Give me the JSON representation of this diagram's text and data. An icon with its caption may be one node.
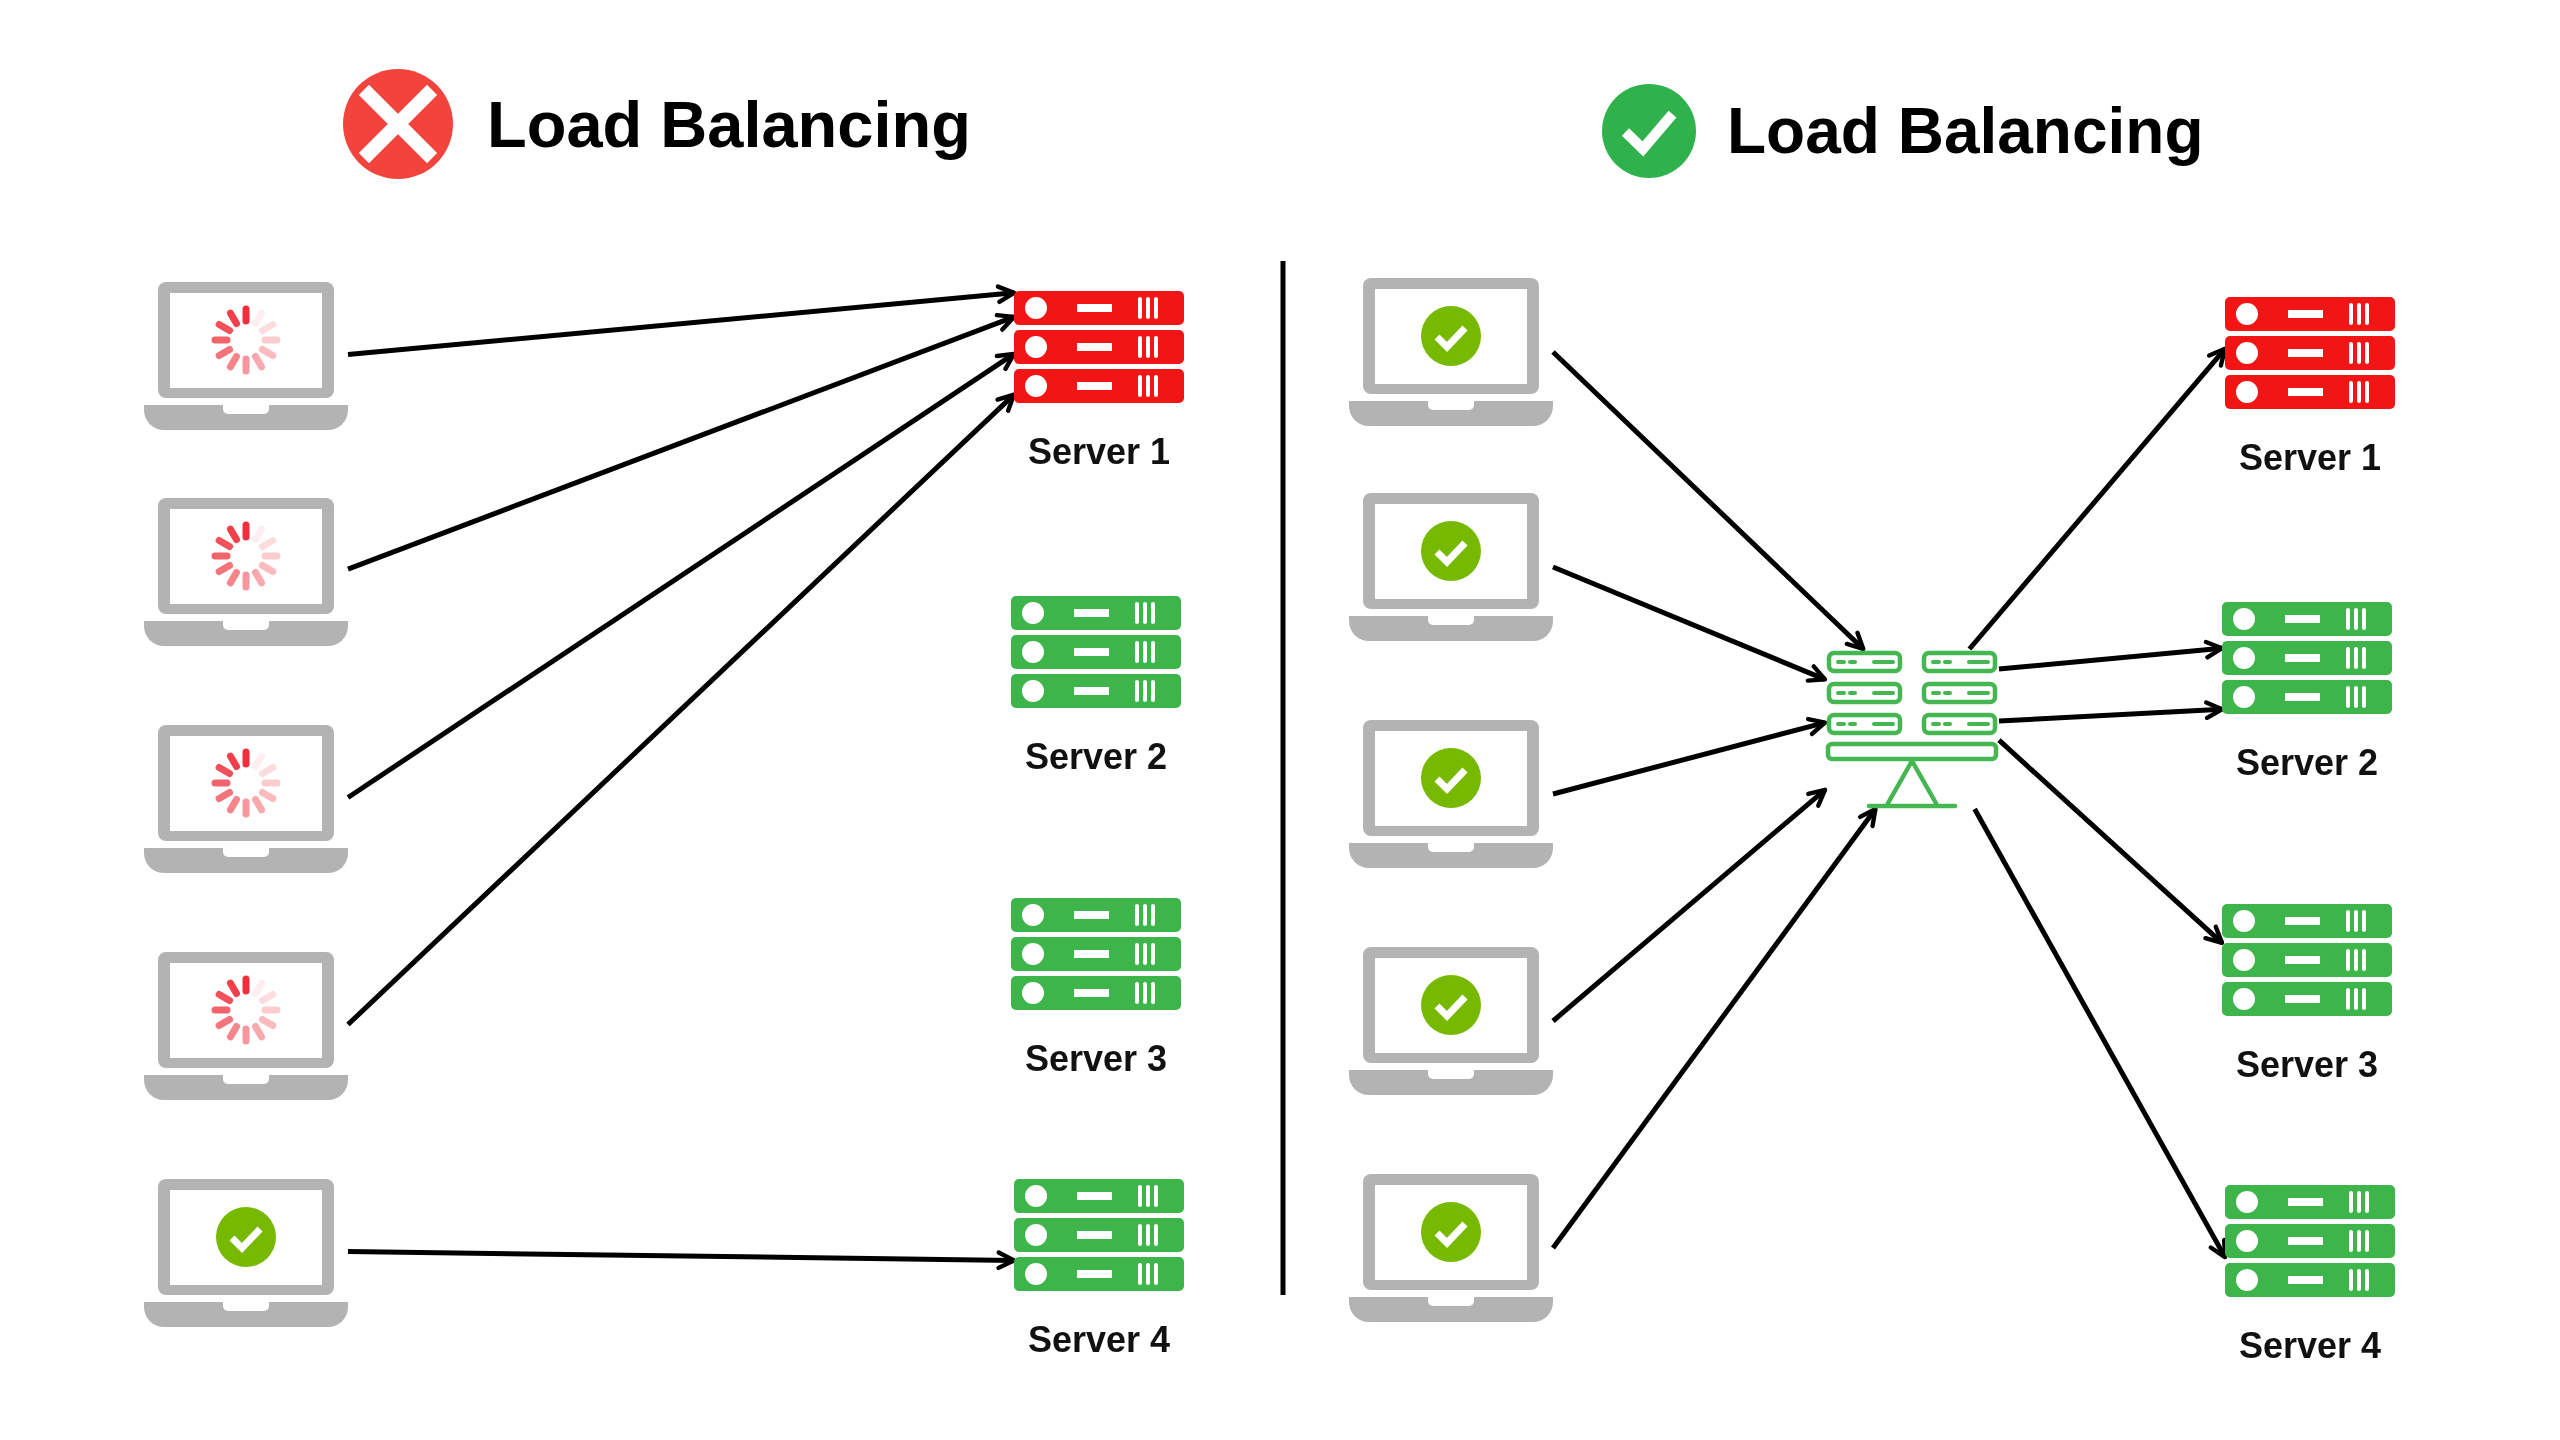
{
  "diagram": {
    "nodes": [
      {
        "text": [],
        "shape": "laptop"
      },
      {
        "text": [],
        "shape": "laptop"
      },
      {
        "text": [],
        "shape": "laptop"
      },
      {
        "text": [],
        "shape": "laptop"
      },
      {
        "text": [],
        "shape": "laptop"
      },
      {
        "text": [
          "Server 1"
        ]
      },
      {
        "text": [
          "Server 2"
        ]
      },
      {
        "text": [
          "Server 3"
        ]
      },
      {
        "text": [
          "Server 4"
        ]
      },
      {
        "text": [],
        "shape": "laptop"
      },
      {
        "text": [],
        "shape": "laptop"
      },
      {
        "text": [],
        "shape": "laptop"
      },
      {
        "text": [],
        "shape": "laptop"
      },
      {
        "text": [],
        "shape": "laptop"
      },
      {
        "text": [],
        "shape": "picture"
      },
      {
        "text": [
          "Server 1"
        ]
      },
      {
        "text": [
          "Server 2"
        ]
      },
      {
        "text": [
          "Server 3"
        ]
      },
      {
        "text": [
          "Server 4"
        ]
      }
    ],
    "edges": [
      {
        "from": 0,
        "to": 5,
        "arrow": "to"
      },
      {
        "from": 1,
        "to": 5,
        "arrow": "to"
      },
      {
        "from": 2,
        "to": 5,
        "arrow": "to"
      },
      {
        "from": 3,
        "to": 5,
        "arrow": "to"
      },
      {
        "from": 4,
        "to": 8,
        "arrow": "to"
      },
      {
        "from": 9,
        "to": 14,
        "arrow": "to"
      },
      {
        "from": 10,
        "to": 14,
        "arrow": "to"
      },
      {
        "from": 11,
        "to": 14,
        "arrow": "to"
      },
      {
        "from": 12,
        "to": 14,
        "arrow": "to"
      },
      {
        "from": 13,
        "to": 14,
        "arrow": "to"
      },
      {
        "from": 14,
        "to": 15,
        "arrow": "to"
      },
      {
        "from": 14,
        "to": 16,
        "arrow": "to"
      },
      {
        "from": 14,
        "to": 16,
        "arrow": "to"
      },
      {
        "from": 14,
        "to": 17,
        "arrow": "to"
      },
      {
        "from": 14,
        "to": 18,
        "arrow": "to"
      }
    ],
    "labels": [
      "Load Balancing",
      "Load Balancing"
    ]
  }
}
